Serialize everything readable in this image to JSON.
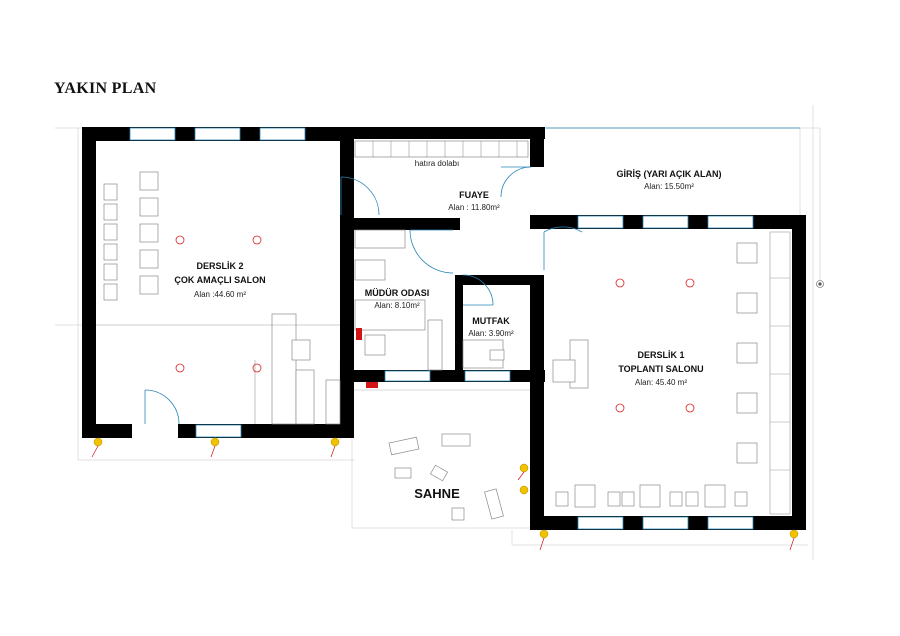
{
  "title": "YAKIN PLAN",
  "rooms": {
    "derslik2": {
      "name1": "DERSLİK 2",
      "name2": "ÇOK AMAÇLI SALON",
      "area": "Alan :44.60 m²"
    },
    "derslik1": {
      "name1": "DERSLİK 1",
      "name2": "TOPLANTI SALONU",
      "area": "Alan: 45.40 m²"
    },
    "fuaye": {
      "name": "FUAYE",
      "area": "Alan : 11.80m²"
    },
    "giris": {
      "name": "GİRİŞ (YARI AÇIK ALAN)",
      "area": "Alan: 15.50m²"
    },
    "mudur": {
      "name": "MÜDÜR ODASI",
      "area": "Alan: 8.10m²"
    },
    "mutfak": {
      "name": "MUTFAK",
      "area": "Alan: 3.90m²"
    },
    "sahne": {
      "name": "SAHNE"
    }
  },
  "labels": {
    "hatira": "hatıra dolabı"
  },
  "colors": {
    "wall": "#000000",
    "window": "#2a86b8",
    "door": "#2a86b8",
    "lamp": "#e02020",
    "fixture": "#f2c200",
    "extinguisher": "#d21414"
  }
}
